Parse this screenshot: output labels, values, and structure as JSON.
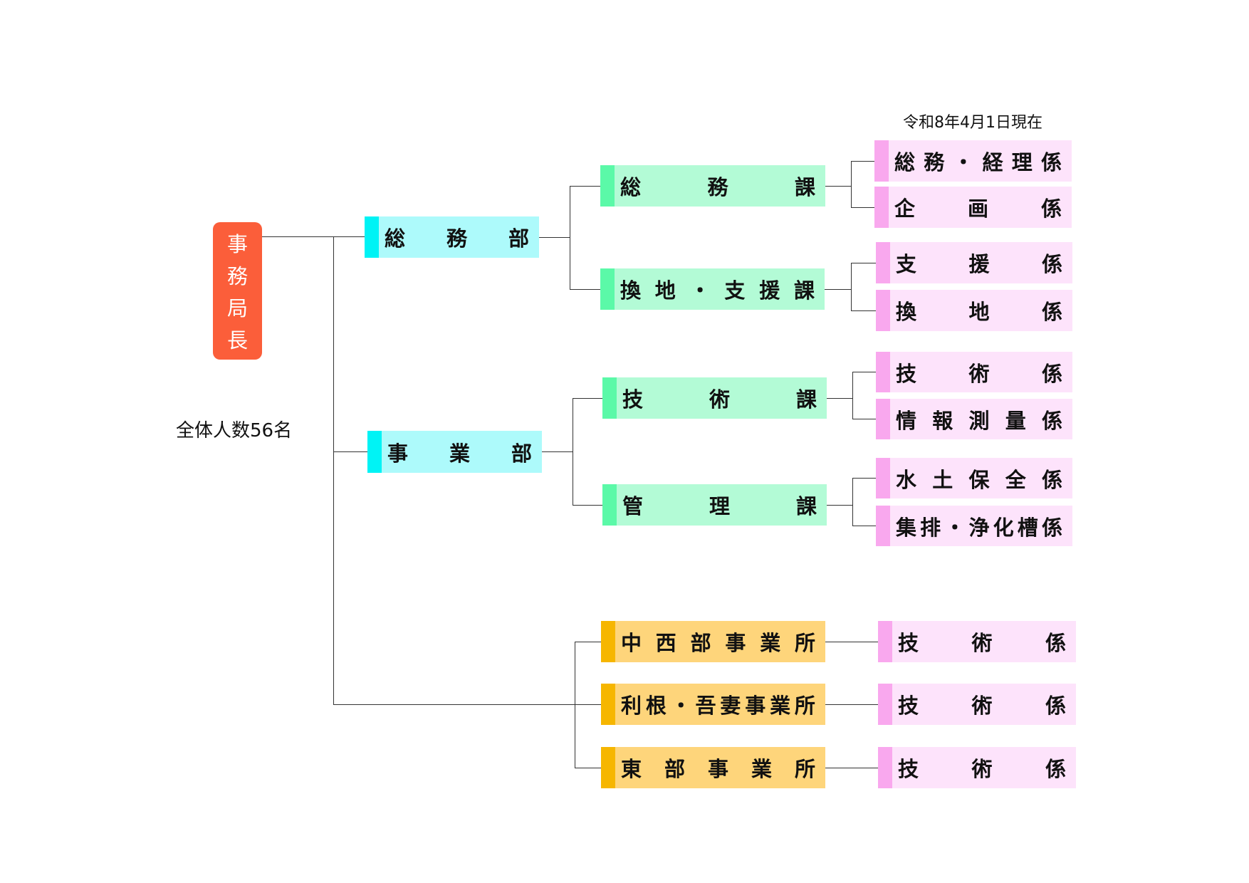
{
  "date_note": "令和8年4月1日現在",
  "total_staff": "全体人数56名",
  "head": {
    "chars": [
      "事",
      "務",
      "局",
      "長"
    ]
  },
  "colors": {
    "head": "#fb5e3a",
    "department": "#adfafb",
    "department_accent": "#00f3f5",
    "section": "#b3fbd6",
    "section_accent": "#5bf9a8",
    "office": "#fed57b",
    "office_accent": "#f6b600",
    "unit": "#fde3fb",
    "unit_accent": "#f9a8ee"
  },
  "departments": [
    {
      "chars": [
        "総",
        "務",
        "部"
      ],
      "sections": [
        {
          "chars": [
            "総",
            "務",
            "課"
          ],
          "units": [
            {
              "chars": [
                "総",
                "務",
                "・",
                "経",
                "理",
                "係"
              ]
            },
            {
              "chars": [
                "企",
                "画",
                "係"
              ]
            }
          ]
        },
        {
          "chars": [
            "換",
            "地",
            "・",
            "支",
            "援",
            "課"
          ],
          "units": [
            {
              "chars": [
                "支",
                "援",
                "係"
              ]
            },
            {
              "chars": [
                "換",
                "地",
                "係"
              ]
            }
          ]
        }
      ]
    },
    {
      "chars": [
        "事",
        "業",
        "部"
      ],
      "sections": [
        {
          "chars": [
            "技",
            "術",
            "課"
          ],
          "units": [
            {
              "chars": [
                "技",
                "術",
                "係"
              ]
            },
            {
              "chars": [
                "情",
                "報",
                "測",
                "量",
                "係"
              ]
            }
          ]
        },
        {
          "chars": [
            "管",
            "理",
            "課"
          ],
          "units": [
            {
              "chars": [
                "水",
                "土",
                "保",
                "全",
                "係"
              ]
            },
            {
              "chars": [
                "集",
                "排",
                "・",
                "浄",
                "化",
                "槽",
                "係"
              ]
            }
          ]
        }
      ]
    }
  ],
  "offices": [
    {
      "chars": [
        "中",
        "西",
        "部",
        "事",
        "業",
        "所"
      ],
      "unit": {
        "chars": [
          "技",
          "術",
          "係"
        ]
      }
    },
    {
      "chars": [
        "利",
        "根",
        "・",
        "吾",
        "妻",
        "事",
        "業",
        "所"
      ],
      "unit": {
        "chars": [
          "技",
          "術",
          "係"
        ]
      }
    },
    {
      "chars": [
        "東",
        "部",
        "事",
        "業",
        "所"
      ],
      "unit": {
        "chars": [
          "技",
          "術",
          "係"
        ]
      }
    }
  ]
}
